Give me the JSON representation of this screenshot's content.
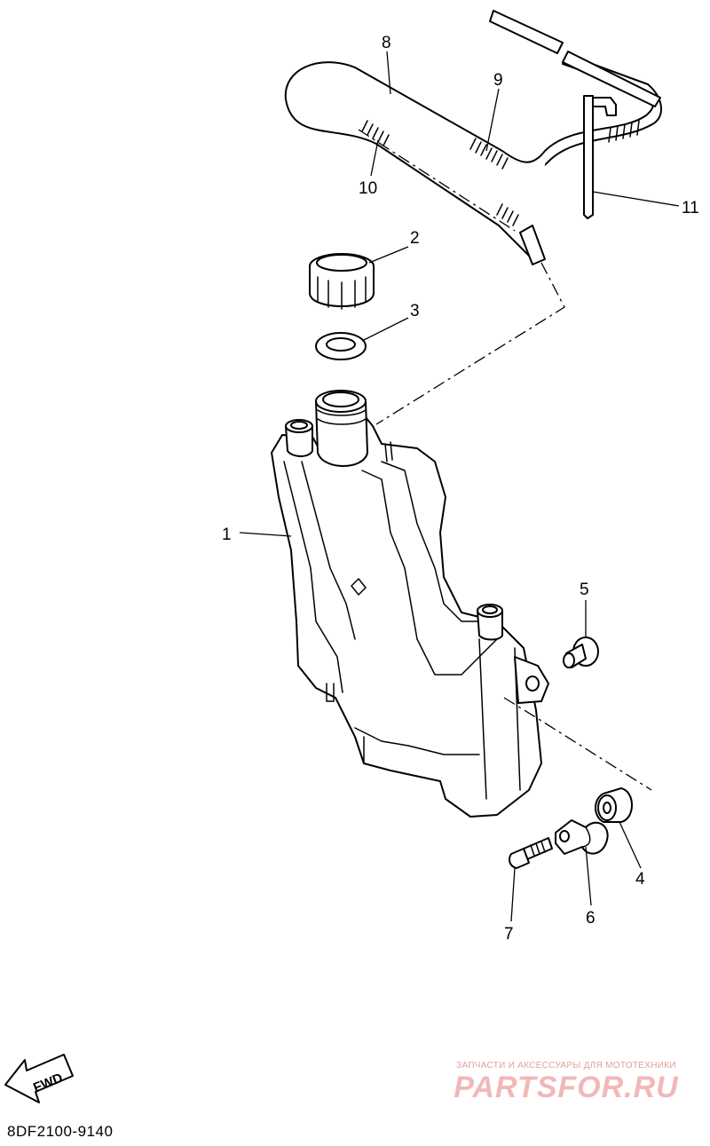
{
  "diagram": {
    "code": "8DF2100-9140",
    "fwd_label": "FWD",
    "callouts": {
      "c1": "1",
      "c2": "2",
      "c3": "3",
      "c4": "4",
      "c5": "5",
      "c6": "6",
      "c7": "7",
      "c8": "8",
      "c9": "9",
      "c10": "10",
      "c11": "11"
    }
  },
  "watermark": {
    "tagline": "ЗАПЧАСТИ И АКСЕССУАРЫ ДЛЯ МОТОТЕХНИКИ",
    "logo": "PARTSFOR.RU",
    "color": "#f2b8b8"
  }
}
